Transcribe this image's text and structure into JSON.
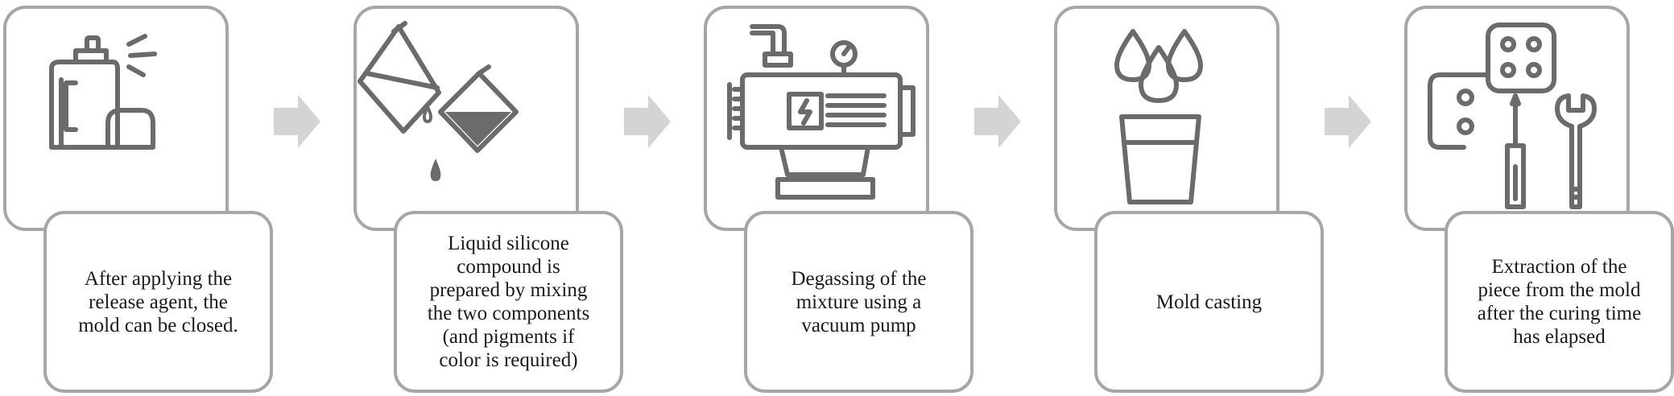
{
  "steps": [
    {
      "text": "After applying the\nrelease agent, the\nmold can be closed.",
      "icon": "spray-bottle-icon"
    },
    {
      "text": "Liquid silicone\ncompound is\nprepared by mixing\nthe two components\n(and pigments if\ncolor is required)",
      "icon": "mixing-beakers-icon"
    },
    {
      "text": "Degassing of the\nmixture using a\nvacuum pump",
      "icon": "vacuum-pump-icon"
    },
    {
      "text": "Mold casting",
      "icon": "drops-and-glass-icon"
    },
    {
      "text": "Extraction of the\npiece from the mold\nafter the curing time\nhas elapsed",
      "icon": "dice-and-tools-icon"
    }
  ],
  "colors": {
    "border": "#a6a6a6",
    "icon": "#6b6b6b",
    "arrow": "#d4d4d4",
    "text": "#1a1a1a"
  }
}
